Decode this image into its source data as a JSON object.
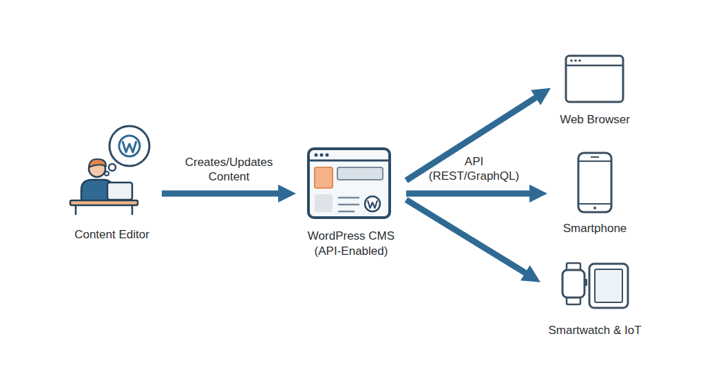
{
  "diagram": {
    "nodes": [
      {
        "text": [
          "Content Editor"
        ]
      },
      {
        "text": [
          "WordPress CMS (API-Enabled)"
        ]
      },
      {
        "text": [
          "Web Browser"
        ]
      },
      {
        "text": [
          "Smartphone"
        ]
      },
      {
        "text": [
          "Smartwatch & IoT"
        ]
      }
    ],
    "edges": [
      {
        "from": 0,
        "to": 1,
        "label": "Creates/Updates Content",
        "arrow": "to"
      },
      {
        "from": 1,
        "to": 2,
        "arrow": "to"
      },
      {
        "from": 1,
        "to": 3,
        "label": "API (REST/GraphQL)",
        "arrow": "to"
      },
      {
        "from": 1,
        "to": 4,
        "arrow": "to"
      }
    ]
  }
}
